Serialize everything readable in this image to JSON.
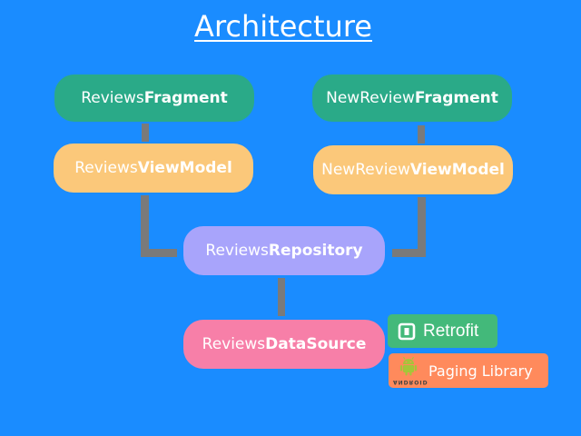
{
  "title": "Architecture",
  "nodes": {
    "reviews_fragment": {
      "prefix": "Reviews",
      "suffix": "Fragment"
    },
    "new_review_fragment": {
      "prefix": "NewReview",
      "suffix": "Fragment"
    },
    "reviews_viewmodel": {
      "prefix": "Reviews",
      "suffix": "ViewModel"
    },
    "new_review_viewmodel": {
      "prefix": "NewReview",
      "suffix": "ViewModel"
    },
    "reviews_repository": {
      "prefix": "Reviews",
      "suffix": "Repository"
    },
    "reviews_datasource": {
      "prefix": "Reviews",
      "suffix": "DataSource"
    }
  },
  "badges": {
    "retrofit": {
      "label": "Retrofit",
      "icon": "retrofit-square-icon"
    },
    "paging": {
      "label": "Paging Library",
      "icon": "android-robot-icon",
      "icon_caption": "ANDROID"
    }
  },
  "colors": {
    "background": "#1a8cff",
    "fragment": "#2aaa88",
    "viewmodel": "#fbc87a",
    "repository": "#a8a4fb",
    "datasource": "#f77fa8",
    "connector": "#7a7a7a",
    "retrofit_badge": "#43b97a",
    "paging_badge": "#ff8a5c"
  }
}
